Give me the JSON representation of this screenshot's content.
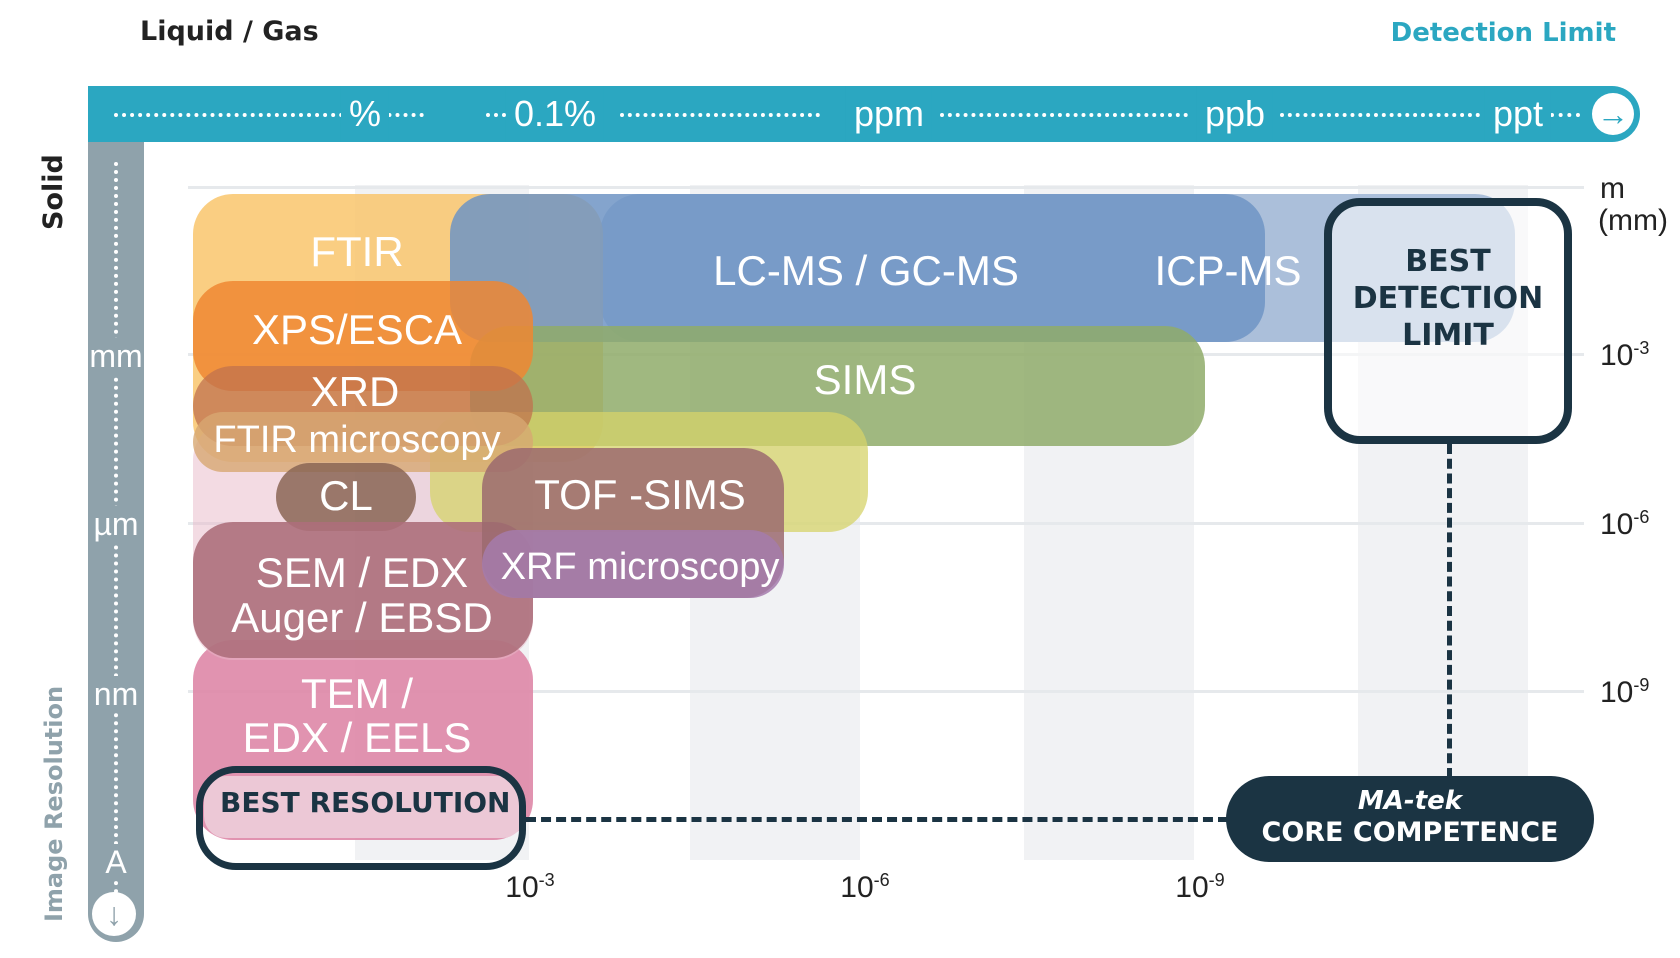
{
  "header": {
    "left_title": "Liquid / Gas",
    "right_title": "Detection Limit"
  },
  "detection_bar": {
    "labels": [
      "%",
      "0.1%",
      "ppm",
      "ppb",
      "ppt"
    ]
  },
  "resolution_bar": {
    "labels": [
      "mm",
      "µm",
      "nm",
      "A"
    ]
  },
  "side_labels": {
    "solid": "Solid",
    "image_resolution": "Image Resolution"
  },
  "right_axis": {
    "unit_m": "m",
    "unit_mm": "(mm)",
    "base": "10",
    "exps": [
      "-3",
      "-6",
      "-9"
    ]
  },
  "bottom_axis": {
    "base": "10",
    "exps": [
      "-3",
      "-6",
      "-9"
    ]
  },
  "techniques": {
    "ftir": "FTIR",
    "lcms": "LC-MS / GC-MS",
    "icpms": "ICP-MS",
    "xps": "XPS/ESCA",
    "sims": "SIMS",
    "xrd": "XRD",
    "ftir_micro": "FTIR microscopy",
    "cl": "CL",
    "tofsims": "TOF -SIMS",
    "xrf": "XRF microscopy",
    "sem_1": "SEM / EDX",
    "sem_2": "Auger / EBSD",
    "tem_1": "TEM /",
    "tem_2": "EDX / EELS"
  },
  "callouts": {
    "best_detection": [
      "BEST",
      "DETECTION",
      "LIMIT"
    ],
    "best_resolution": "BEST RESOLUTION",
    "brand": "MA-tek",
    "core": "CORE COMPETENCE"
  },
  "colors": {
    "teal": "#2ba7c1",
    "grey_bar": "#8fa2ab",
    "dark_navy": "#1b3443",
    "ftir": "#f9c56c",
    "lcms": "#6e94c4",
    "icp": "#a7bcd8",
    "xps": "#ee8733",
    "sims": "#8fac6a",
    "xrd": "#c0714e",
    "ftir_micro": "#d7a872",
    "cl": "#8a6555",
    "tofsims": "#9b6a6e",
    "xrf": "#a47bac",
    "sem": "#ad6f7b",
    "tem": "#de87a7"
  }
}
